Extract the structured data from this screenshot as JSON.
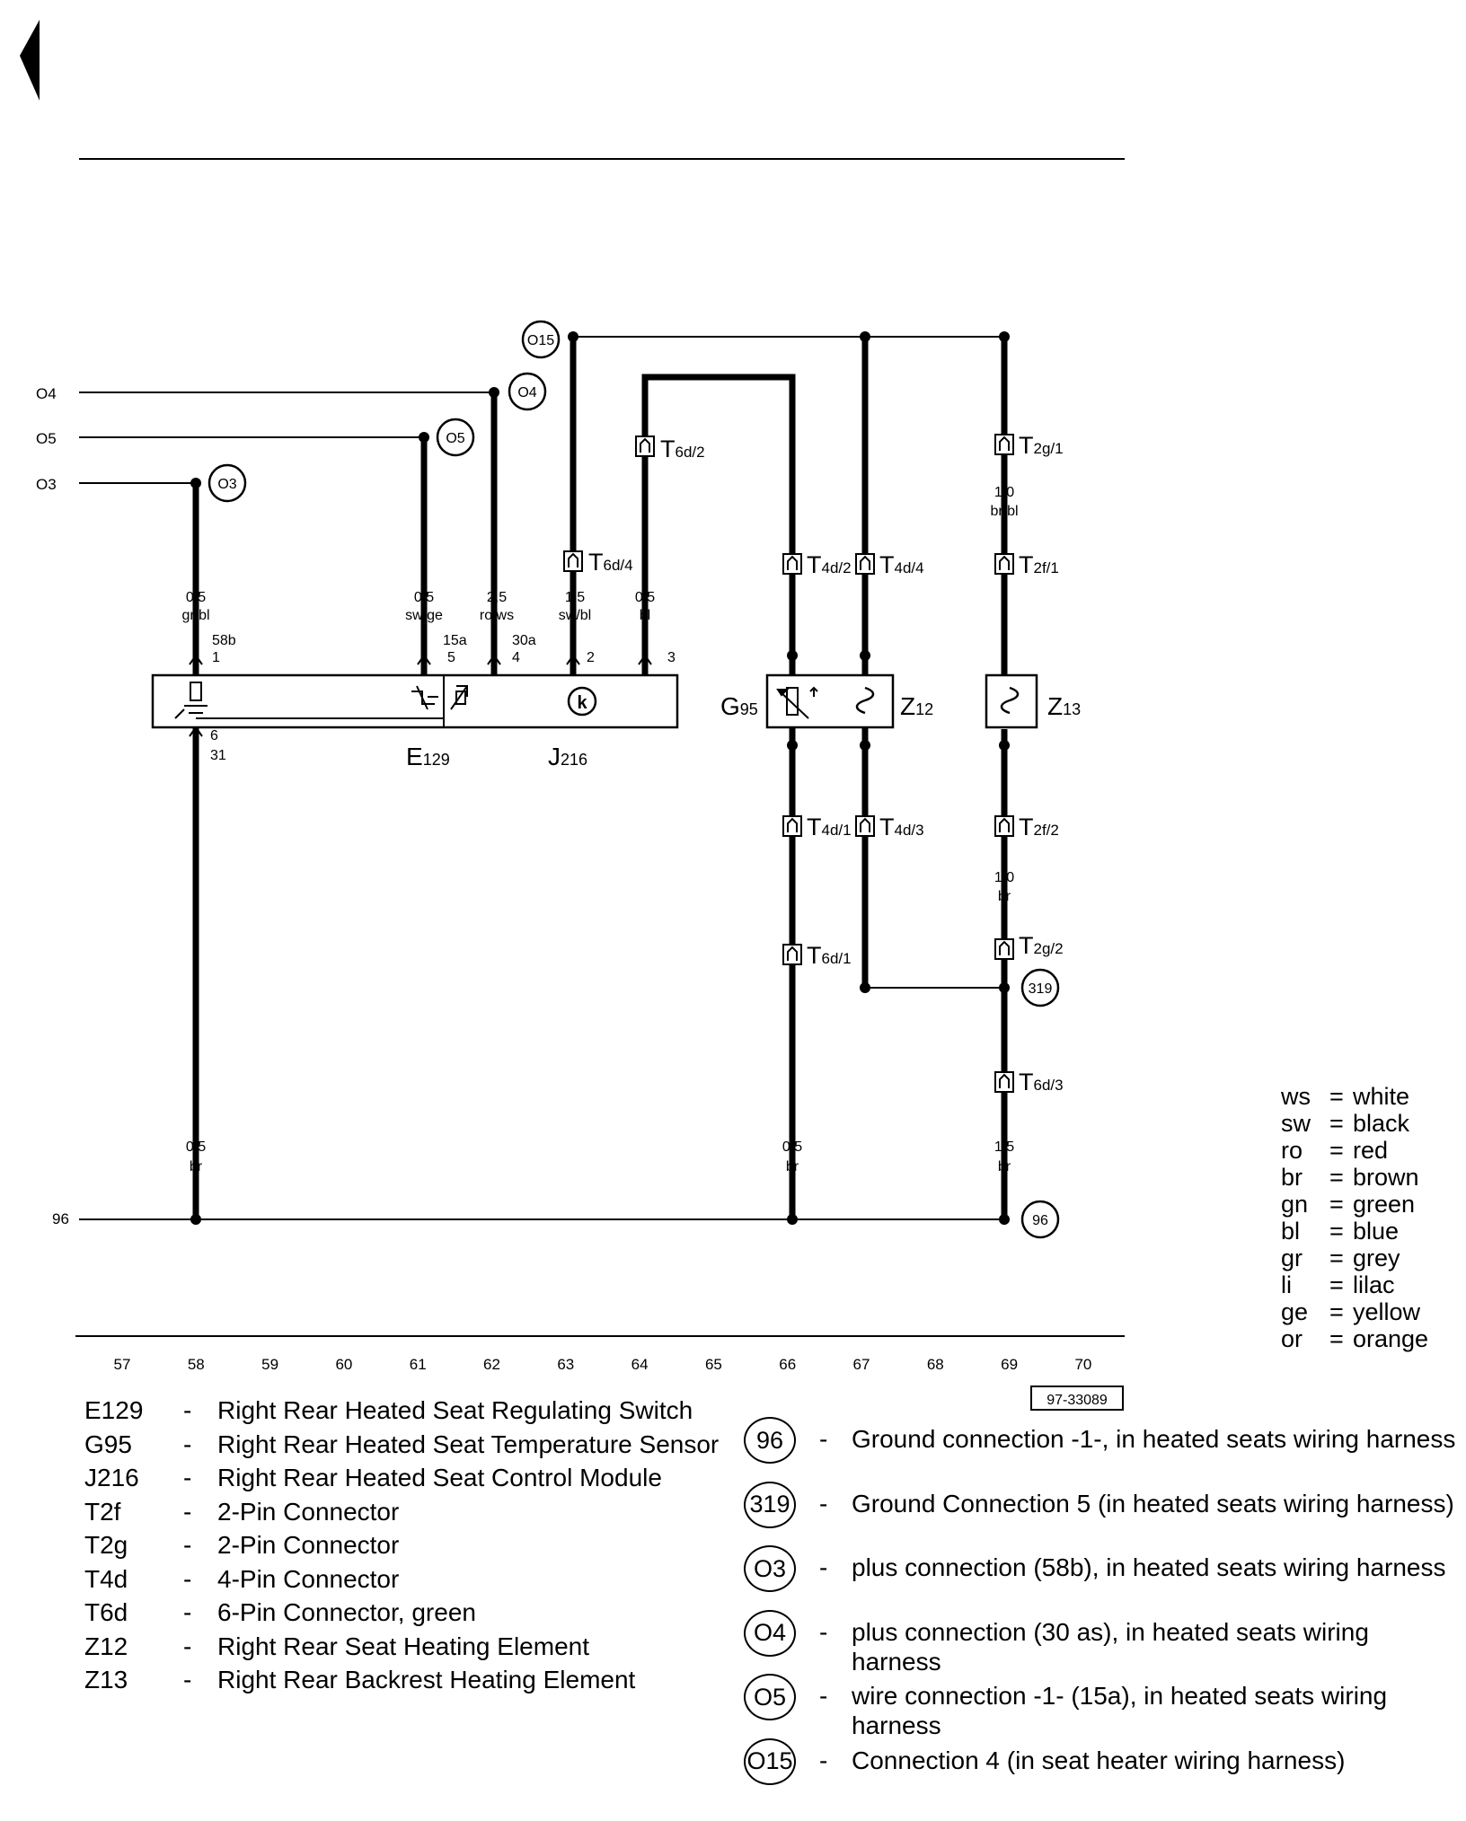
{
  "page": {
    "drawing_number": "97-33089"
  },
  "wires": {
    "w58": {
      "cross_section": "0,5",
      "color": "gr/bl"
    },
    "w61": {
      "cross_section": "0,5",
      "color": "sw/ge"
    },
    "w62": {
      "cross_section": "2,5",
      "color": "ro/ws"
    },
    "w63": {
      "cross_section": "1,5",
      "color": "sw/bl"
    },
    "w64": {
      "cross_section": "0,5",
      "color": "bl"
    },
    "w69a": {
      "cross_section": "1,0",
      "color": "br/bl"
    },
    "w69b": {
      "cross_section": "1,0",
      "color": "br"
    },
    "g58": {
      "cross_section": "0,5",
      "color": "br"
    },
    "g66": {
      "cross_section": "0,5",
      "color": "br"
    },
    "g69": {
      "cross_section": "1,5",
      "color": "br"
    }
  },
  "pins": {
    "p58": {
      "term": "58b",
      "num": "1"
    },
    "p61": {
      "term": "15a",
      "num": "5"
    },
    "p62": {
      "term": "30a",
      "num": "4"
    },
    "p63": {
      "num": "2"
    },
    "p64": {
      "num": "3"
    },
    "p58g": {
      "num": "6",
      "term": "31"
    }
  },
  "lines_left": {
    "o4": "O4",
    "o5": "O5",
    "o3": "O3",
    "g96": "96"
  },
  "circles": {
    "c015": "O15",
    "c04": "O4",
    "c05": "O5",
    "c03": "O3",
    "c319": "319",
    "c96": "96"
  },
  "connectors": {
    "t6d2": {
      "main": "T",
      "sub": "6d/2"
    },
    "t6d4": {
      "main": "T",
      "sub": "6d/4"
    },
    "t4d2": {
      "main": "T",
      "sub": "4d/2"
    },
    "t4d4": {
      "main": "T",
      "sub": "4d/4"
    },
    "t2g1": {
      "main": "T",
      "sub": "2g/1"
    },
    "t2f1": {
      "main": "T",
      "sub": "2f/1"
    },
    "t4d1": {
      "main": "T",
      "sub": "4d/1"
    },
    "t4d3": {
      "main": "T",
      "sub": "4d/3"
    },
    "t2f2": {
      "main": "T",
      "sub": "2f/2"
    },
    "t6d1": {
      "main": "T",
      "sub": "6d/1"
    },
    "t2g2": {
      "main": "T",
      "sub": "2g/2"
    },
    "t6d3": {
      "main": "T",
      "sub": "6d/3"
    }
  },
  "components": {
    "e129": {
      "main": "E",
      "sub": "129"
    },
    "j216": {
      "main": "J",
      "sub": "216"
    },
    "g95": {
      "main": "G",
      "sub": "95"
    },
    "z12": {
      "main": "Z",
      "sub": "12"
    },
    "z13": {
      "main": "Z",
      "sub": "13"
    },
    "k_symbol": "k"
  },
  "scale": [
    "57",
    "58",
    "59",
    "60",
    "61",
    "62",
    "63",
    "64",
    "65",
    "66",
    "67",
    "68",
    "69",
    "70"
  ],
  "legend": [
    {
      "code": "E129",
      "dash": "-",
      "text": "Right Rear Heated Seat Regulating Switch"
    },
    {
      "code": "G95",
      "dash": "-",
      "text": "Right Rear Heated Seat Temperature Sensor"
    },
    {
      "code": "J216",
      "dash": "-",
      "text": "Right Rear Heated Seat Control Module"
    },
    {
      "code": "T2f",
      "dash": "-",
      "text": "2-Pin Connector"
    },
    {
      "code": "T2g",
      "dash": "-",
      "text": "2-Pin Connector"
    },
    {
      "code": "T4d",
      "dash": "-",
      "text": "4-Pin Connector"
    },
    {
      "code": "T6d",
      "dash": "-",
      "text": "6-Pin Connector, green"
    },
    {
      "code": "Z12",
      "dash": "-",
      "text": "Right Rear Seat Heating Element"
    },
    {
      "code": "Z13",
      "dash": "-",
      "text": "Right Rear Backrest Heating Element"
    }
  ],
  "colors_legend": [
    {
      "code": "ws",
      "eq": "=",
      "name": "white"
    },
    {
      "code": "sw",
      "eq": "=",
      "name": "black"
    },
    {
      "code": "ro",
      "eq": "=",
      "name": "red"
    },
    {
      "code": "br",
      "eq": "=",
      "name": "brown"
    },
    {
      "code": "gn",
      "eq": "=",
      "name": "green"
    },
    {
      "code": "bl",
      "eq": "=",
      "name": "blue"
    },
    {
      "code": "gr",
      "eq": "=",
      "name": "grey"
    },
    {
      "code": "li",
      "eq": "=",
      "name": "lilac"
    },
    {
      "code": "ge",
      "eq": "=",
      "name": "yellow"
    },
    {
      "code": "or",
      "eq": "=",
      "name": "orange"
    }
  ],
  "ground_legend": [
    {
      "id": "96",
      "dash": "-",
      "text": "Ground connection -1-, in heated seats wiring harness"
    },
    {
      "id": "319",
      "dash": "-",
      "text": "Ground Connection 5 (in heated seats wiring harness)"
    },
    {
      "id": "O3",
      "dash": "-",
      "text": "plus connection (58b), in heated seats wiring harness"
    },
    {
      "id": "O4",
      "dash": "-",
      "text": "plus connection (30 as), in heated seats wiring harness"
    },
    {
      "id": "O5",
      "dash": "-",
      "text": "wire connection -1- (15a), in heated seats wiring harness"
    },
    {
      "id": "O15",
      "dash": "-",
      "text": "Connection 4 (in seat heater wiring harness)"
    }
  ]
}
